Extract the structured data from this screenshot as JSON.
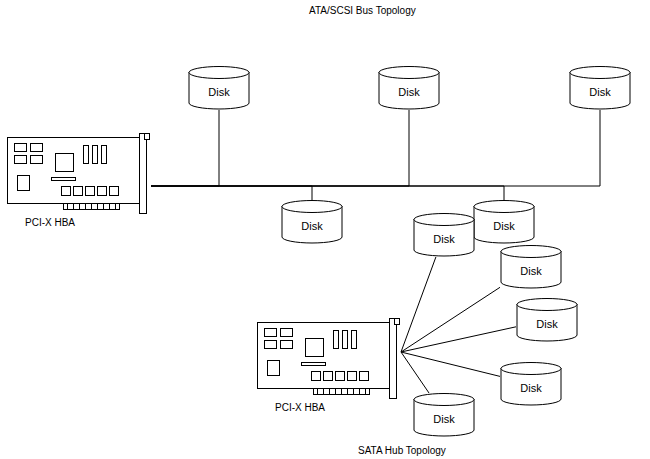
{
  "diagram": {
    "title": "ATA/SCSI Bus Topology",
    "caption": "SATA Hub Topology",
    "nodes": [
      {
        "text": [
          "Disk"
        ]
      },
      {
        "text": [
          "Disk"
        ]
      },
      {
        "text": [
          "Disk"
        ]
      },
      {
        "text": [
          "PCI-X HBA"
        ]
      },
      {
        "text": [
          "Disk"
        ]
      },
      {
        "text": [
          "Disk"
        ]
      },
      {
        "text": [
          "Disk"
        ]
      },
      {
        "text": [
          "Disk"
        ]
      },
      {
        "text": [
          "Disk"
        ]
      },
      {
        "text": [
          "PCI-X HBA"
        ]
      },
      {
        "text": [
          "Disk"
        ]
      },
      {
        "text": [
          "Disk"
        ]
      }
    ],
    "edges": [
      {
        "from": 3,
        "to": 0,
        "arrow": "none"
      },
      {
        "from": 3,
        "to": 1,
        "arrow": "none"
      },
      {
        "from": 3,
        "to": 2,
        "arrow": "none"
      },
      {
        "from": 3,
        "to": 4,
        "arrow": "none"
      },
      {
        "from": 3,
        "to": 5,
        "arrow": "none"
      },
      {
        "from": 9,
        "to": 6,
        "arrow": "none"
      },
      {
        "from": 9,
        "to": 7,
        "arrow": "none"
      },
      {
        "from": 9,
        "to": 8,
        "arrow": "none"
      },
      {
        "from": 9,
        "to": 10,
        "arrow": "none"
      },
      {
        "from": 9,
        "to": 11,
        "arrow": "none"
      }
    ]
  }
}
